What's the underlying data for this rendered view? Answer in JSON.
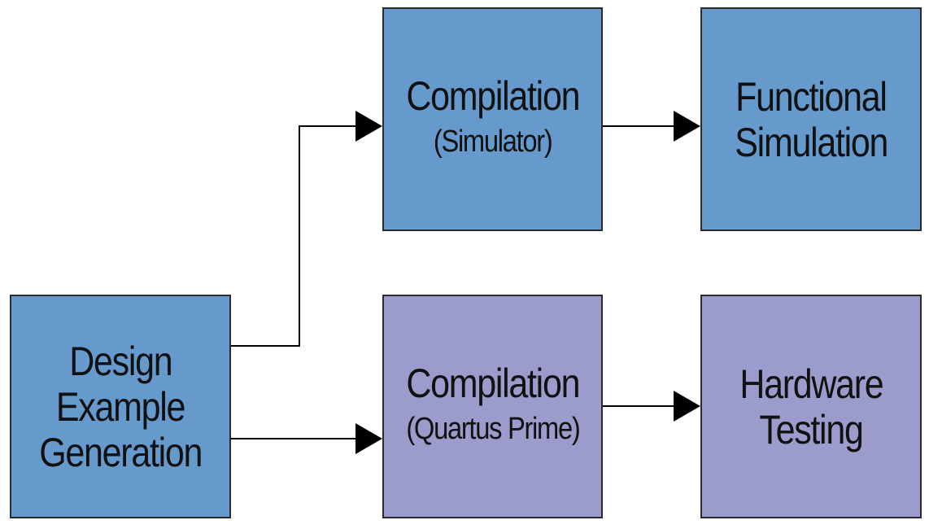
{
  "diagram": {
    "design": {
      "line1": "Design",
      "line2": "Example",
      "line3": "Generation"
    },
    "compilation_sim": {
      "title": "Compilation",
      "subtitle": "(Simulator)"
    },
    "functional_sim": {
      "line1": "Functional",
      "line2": "Simulation"
    },
    "compilation_quartus": {
      "title": "Compilation",
      "subtitle": "(Quartus Prime)"
    },
    "hardware_testing": {
      "line1": "Hardware",
      "line2": "Testing"
    },
    "colors": {
      "blue_box": "#6699cc",
      "purple_box": "#9b9bcc",
      "border": "#2b2b2b",
      "arrow": "#000000"
    }
  }
}
